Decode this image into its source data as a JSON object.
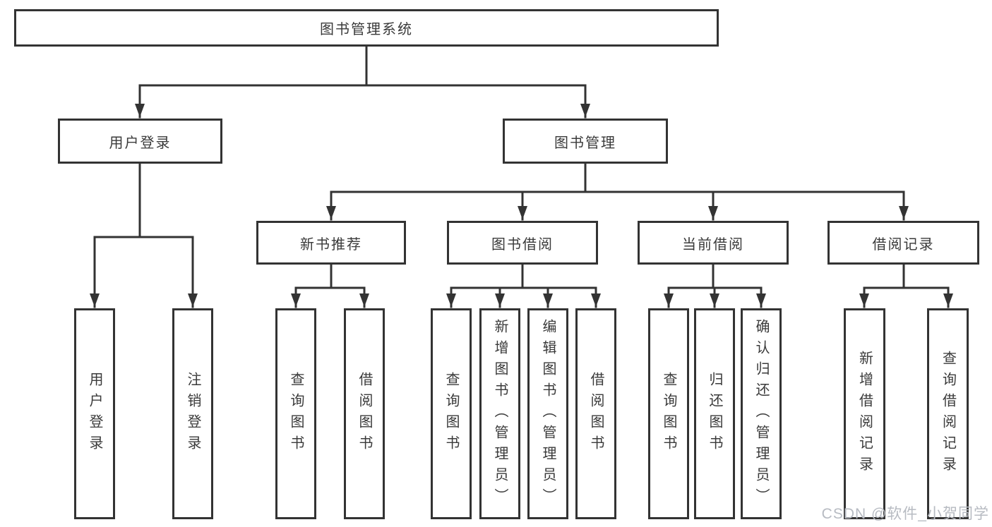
{
  "diagram": {
    "root": {
      "label": "图书管理系统"
    },
    "level2": [
      {
        "label": "用户登录"
      },
      {
        "label": "图书管理"
      }
    ],
    "level3": [
      {
        "label": "新书推荐"
      },
      {
        "label": "图书借阅"
      },
      {
        "label": "当前借阅"
      },
      {
        "label": "借阅记录"
      }
    ],
    "leaves": [
      {
        "label": "用户登录"
      },
      {
        "label": "注销登录"
      },
      {
        "label": "查询图书"
      },
      {
        "label": "借阅图书"
      },
      {
        "label": "查询图书"
      },
      {
        "label": "新增图书（管理员）"
      },
      {
        "label": "编辑图书（管理员）"
      },
      {
        "label": "借阅图书"
      },
      {
        "label": "查询图书"
      },
      {
        "label": "归还图书"
      },
      {
        "label": "确认归还（管理员）"
      },
      {
        "label": "新增借阅记录"
      },
      {
        "label": "查询借阅记录"
      }
    ]
  },
  "watermark": {
    "text": "CSDN @软件_小贺同学"
  },
  "colors": {
    "line": "#333333",
    "text": "#3a3a3a",
    "watermark": "#b7bbc2",
    "background": "#ffffff"
  }
}
